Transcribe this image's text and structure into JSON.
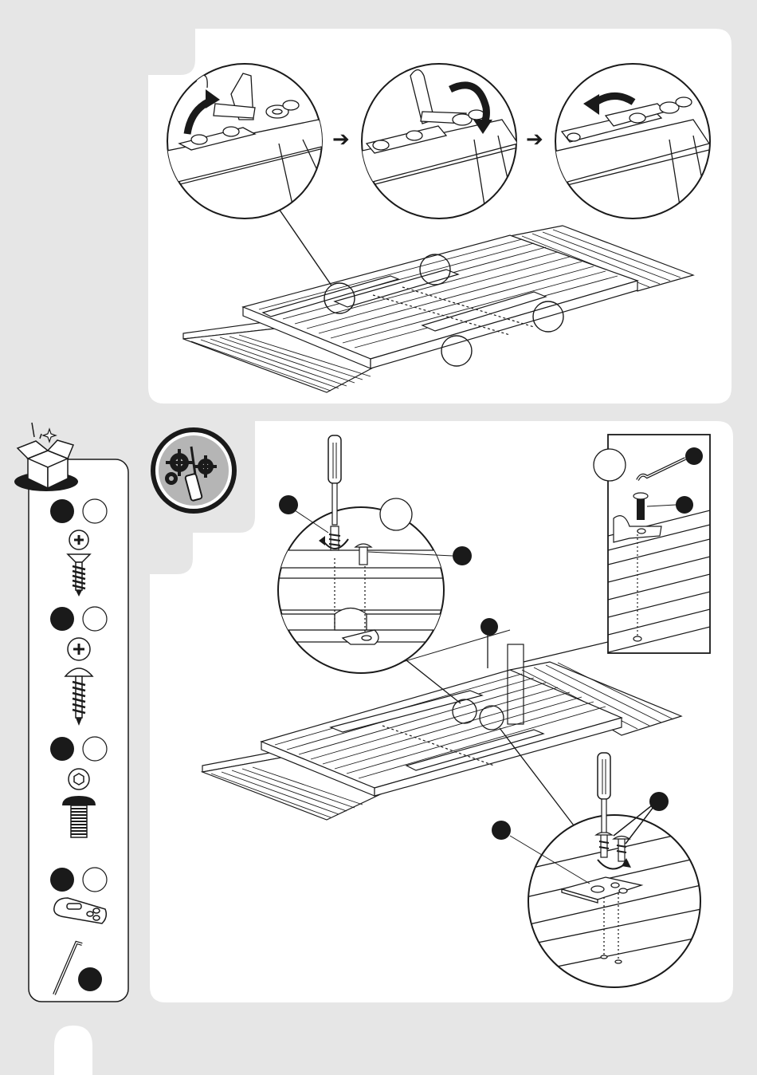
{
  "page": {
    "background": "#e6e6e6",
    "panel_color": "#ffffff",
    "line_color": "#1a1a1a",
    "callout_color": "#1a1a1a"
  },
  "step1": {
    "sequence": [
      "latch-open",
      "latch-rotate",
      "latch-closed"
    ],
    "arrows": [
      "arrow-right-icon",
      "arrow-right-icon"
    ]
  },
  "parts_list": {
    "header_icon": "open-box-icon",
    "items": [
      {
        "icon": "cross-head-countersunk-screw-icon"
      },
      {
        "icon": "cross-head-pan-screw-icon"
      },
      {
        "icon": "hex-socket-bolt-icon"
      },
      {
        "icon": "latch-plate-icon"
      },
      {
        "icon": "allen-key-icon"
      }
    ]
  },
  "step2": {
    "tool_badge_icon": "tools-gears-screwdriver-icon",
    "details": [
      "screw-clamp-detail",
      "allen-bolt-detail",
      "plate-screw-detail"
    ]
  }
}
